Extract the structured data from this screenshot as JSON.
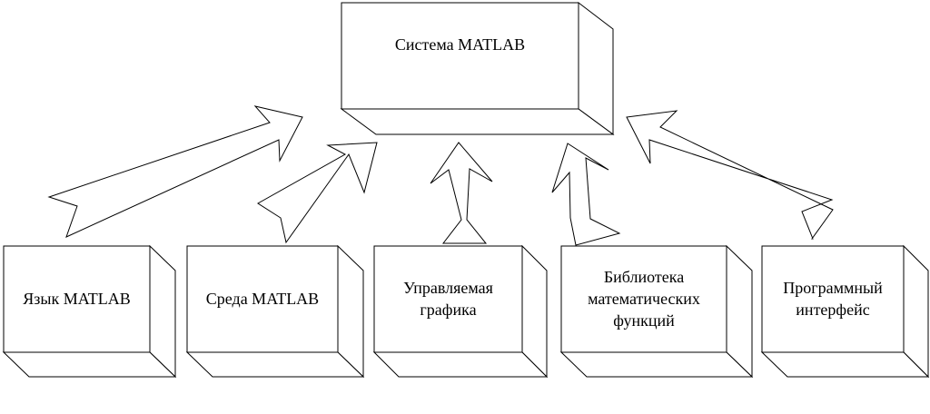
{
  "diagram": {
    "top": {
      "label": "Система MATLAB"
    },
    "components": [
      {
        "label": "Язык MATLAB"
      },
      {
        "label": "Среда MATLAB"
      },
      {
        "label": "Управляемая\nграфика"
      },
      {
        "label": "Библиотека\nматематических\nфункций"
      },
      {
        "label": "Программный\nинтерфейс"
      }
    ]
  },
  "colors": {
    "stroke": "#000000",
    "fill": "#ffffff"
  }
}
